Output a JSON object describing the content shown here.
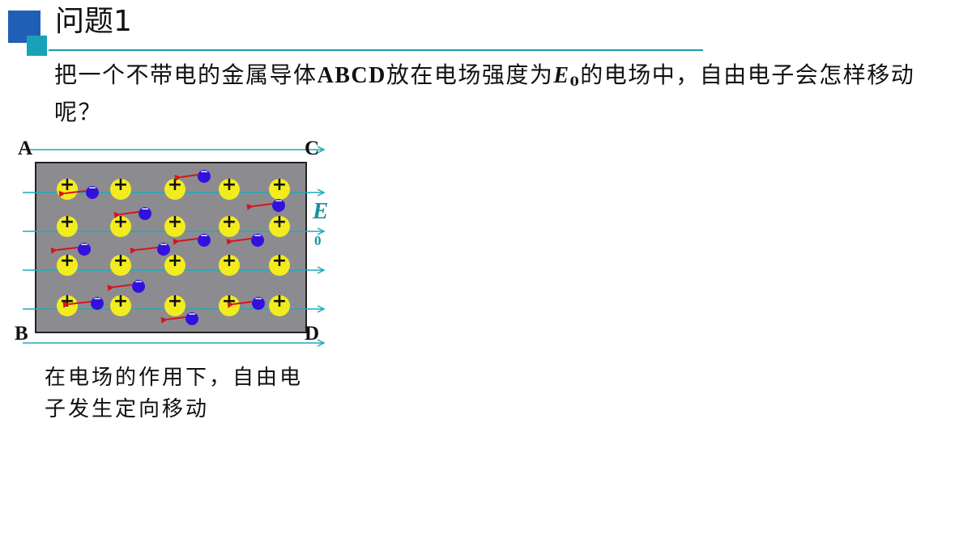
{
  "header": {
    "title": "问题1"
  },
  "question": {
    "part1": "把一个不带电的金属导体",
    "conductor": "ABCD",
    "part2": "放在电场强度为",
    "field_symbol": "E",
    "field_subscript": "0",
    "part3": "的电场中，自由电子会怎样移动呢？"
  },
  "diagram": {
    "corners": {
      "a": "A",
      "b": "B",
      "c": "C",
      "d": "D"
    },
    "field_label": "E",
    "field_label_sub": "0",
    "positive_symbol": "+",
    "negative_symbol": "−",
    "colors": {
      "conductor": "#8c8c90",
      "field_line": "#1fa9bb",
      "positive_ion": "#f2ec1e",
      "electron": "#3311dd",
      "drift_arrow": "#d8141c",
      "field_label": "#1a8fa0"
    }
  },
  "caption": {
    "text": "在电场的作用下，自由电子发生定向移动"
  }
}
